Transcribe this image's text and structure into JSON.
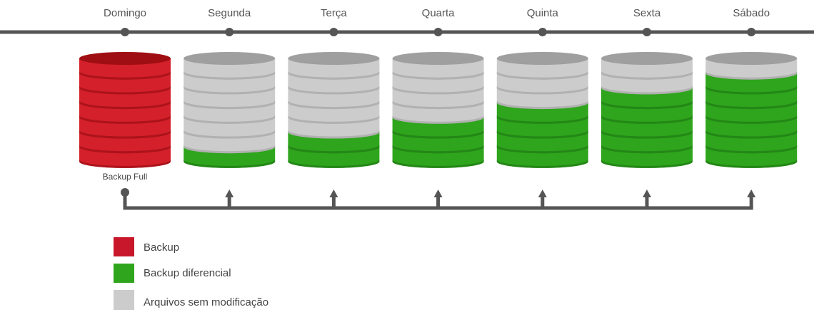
{
  "days": [
    {
      "label": "Domingo",
      "type": "full",
      "changed_disks": 7
    },
    {
      "label": "Segunda",
      "type": "differential",
      "changed_disks": 1
    },
    {
      "label": "Terça",
      "type": "differential",
      "changed_disks": 2
    },
    {
      "label": "Quarta",
      "type": "differential",
      "changed_disks": 3
    },
    {
      "label": "Quinta",
      "type": "differential",
      "changed_disks": 4
    },
    {
      "label": "Sexta",
      "type": "differential",
      "changed_disks": 5
    },
    {
      "label": "Sábado",
      "type": "differential",
      "changed_disks": 6
    }
  ],
  "full_backup_label": "Backup Full",
  "legend": [
    {
      "key": "backup",
      "label": "Backup",
      "color": "#c8172a"
    },
    {
      "key": "differential",
      "label": "Backup diferencial",
      "color": "#2ea51c"
    },
    {
      "key": "unchanged",
      "label": "Arquivos sem modificação",
      "color": "#cccccc"
    }
  ],
  "colors": {
    "timeline": "#555555",
    "red_top": "#9e0e12",
    "red_side": "#d4202b",
    "red_dark": "#8b0a0e",
    "green_side": "#2ea51c",
    "green_dark": "#1c6f12",
    "gray_top": "#9f9f9f",
    "gray_side": "#cccccc",
    "gray_dark": "#9a9a9a"
  }
}
